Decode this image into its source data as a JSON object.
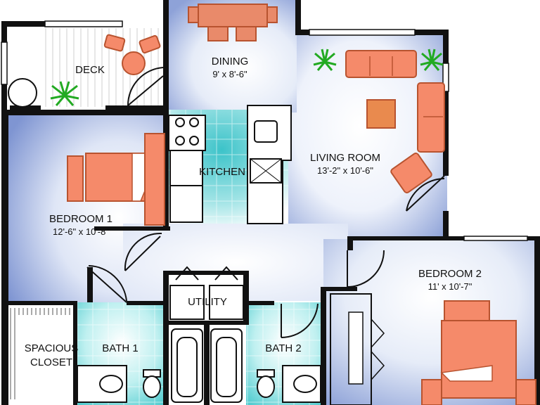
{
  "rooms": {
    "deck": {
      "name": "DECK"
    },
    "dining": {
      "name": "DINING",
      "dimensions": "9' x 8'-6\""
    },
    "living_room": {
      "name": "LIVING ROOM",
      "dimensions": "13'-2\" x 10'-6\""
    },
    "kitchen": {
      "name": "KITCHEN"
    },
    "bedroom_1": {
      "name": "BEDROOM 1",
      "dimensions": "12'-6\" x 10'-8\""
    },
    "bedroom_2": {
      "name": "BEDROOM 2",
      "dimensions": "11' x 10'-7\""
    },
    "utility": {
      "name": "UTILITY"
    },
    "bath_1": {
      "name": "BATH 1"
    },
    "bath_2": {
      "name": "BATH 2"
    },
    "closet": {
      "name_line1": "SPACIOUS",
      "name_line2": "CLOSET"
    }
  },
  "colors": {
    "wall": "#111111",
    "bedroom_blue": "#8fa3d8",
    "living_blue": "#a9bbe6",
    "kitchen_teal": "#36c2c9",
    "bath_teal": "#5fd3d6",
    "furniture_salmon": "#f58a6a",
    "furniture_dark": "#d8603e",
    "table_tan": "#e99a5e",
    "plant_green": "#22aa22"
  }
}
